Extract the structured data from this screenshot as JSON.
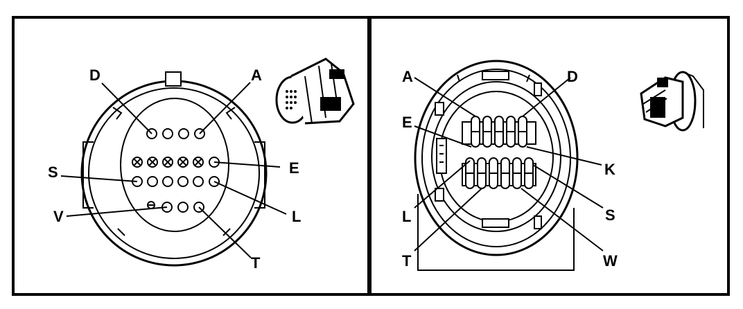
{
  "left_connector": {
    "labels": {
      "D": "D",
      "A": "A",
      "S": "S",
      "E": "E",
      "V": "V",
      "L": "L",
      "T": "T"
    }
  },
  "right_connector": {
    "labels": {
      "A": "A",
      "D": "D",
      "E": "E",
      "K": "K",
      "L": "L",
      "S": "S",
      "T": "T",
      "W": "W"
    }
  }
}
